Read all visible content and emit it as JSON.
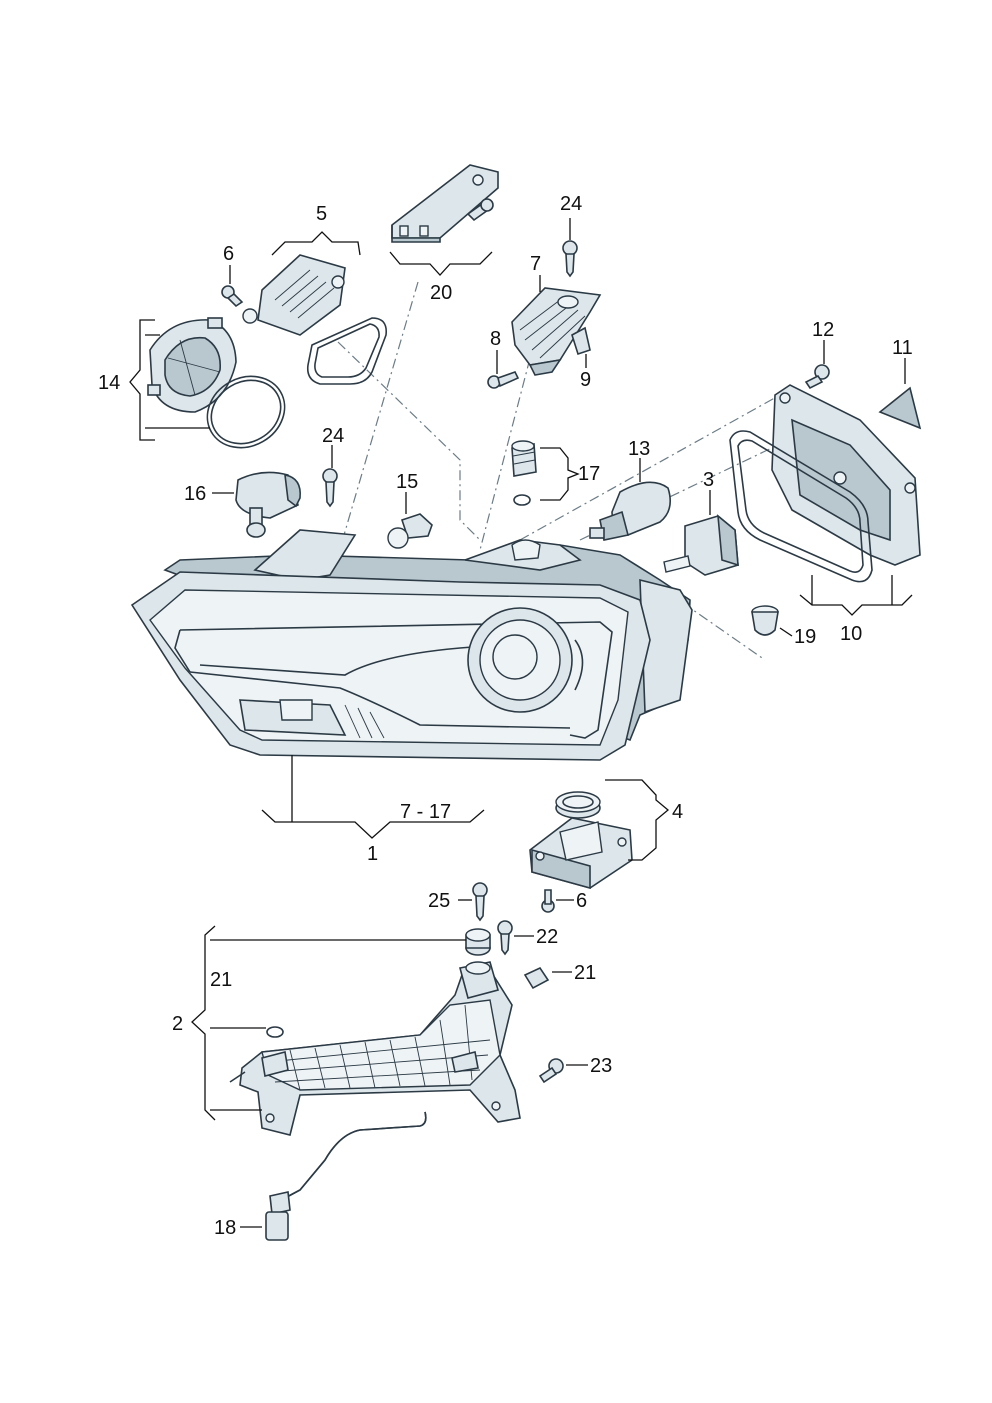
{
  "labels": {
    "l1": "1",
    "l1_range": "7 - 17",
    "l2": "2",
    "l3": "3",
    "l4": "4",
    "l5": "5",
    "l6a": "6",
    "l6b": "6",
    "l7": "7",
    "l8": "8",
    "l9": "9",
    "l10": "10",
    "l11": "11",
    "l12": "12",
    "l13": "13",
    "l14": "14",
    "l15": "15",
    "l16": "16",
    "l17": "17",
    "l18": "18",
    "l19": "19",
    "l20": "20",
    "l21a": "21",
    "l21b": "21",
    "l22": "22",
    "l23": "23",
    "l24a": "24",
    "l24b": "24",
    "l25": "25"
  }
}
